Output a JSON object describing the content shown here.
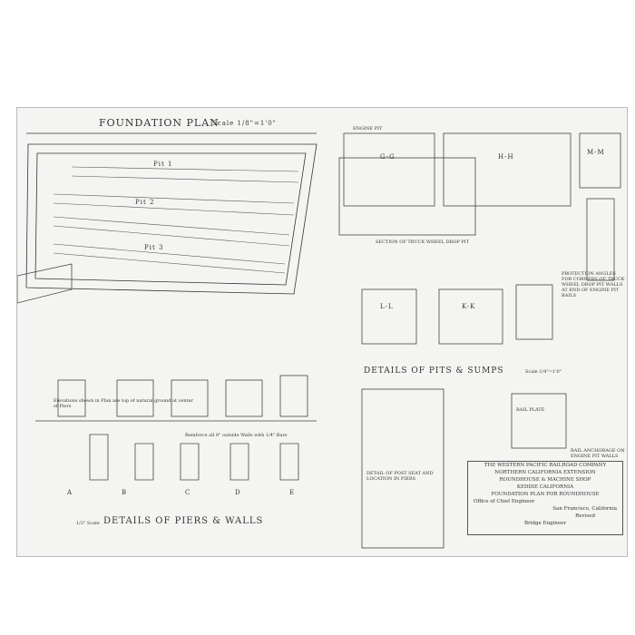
{
  "foundation_plan": {
    "title": "FOUNDATION PLAN",
    "scale": "Scale 1/8\"=1'0\""
  },
  "pits": [
    {
      "label": "Pit 1"
    },
    {
      "label": "Pit 2"
    },
    {
      "label": "Pit 3"
    }
  ],
  "sections": {
    "gg": "G-G",
    "hh": "H-H",
    "mm": "M-M",
    "ll": "L-L",
    "kk": "K-K",
    "engine_pit": "ENGINE PIT"
  },
  "sump_title": "DETAILS OF PITS & SUMPS",
  "sump_scale": "Scale 1/4\"=1'0\"",
  "piers_title": "DETAILS OF PIERS & WALLS",
  "piers_scale": "1/2\" Scale",
  "pier_letters": [
    "A",
    "B",
    "C",
    "D",
    "E"
  ],
  "notes": {
    "elevations": "Elevations shown in Plan are top of natural ground at center of Piers",
    "reinforce": "Reinforce all 8\" outside Walls with 1/4\" Bars",
    "protection": "PROTECTION ANGLES FOR CORNERS OF TRUCK WHEEL DROP PIT WALLS AT END OF ENGINE PIT RAILS",
    "truck_drop": "SECTION OF TRUCK WHEEL DROP PIT",
    "post": "DETAIL OF POST SEAT AND LOCATION IN PIERS",
    "anchorage": "RAIL ANCHORAGE ON ENGINE PIT WALLS",
    "rail_plate": "RAIL PLATE"
  },
  "title_block": {
    "company": "THE WESTERN PACIFIC RAILROAD COMPANY",
    "district": "NORTHERN CALIFORNIA EXTENSION",
    "project": "ROUNDHOUSE & MACHINE SHOP",
    "location": "KEDDIE CALIFORNIA",
    "drawing": "FOUNDATION PLAN FOR ROUNDHOUSE",
    "office": "Office of Chief Engineer",
    "city": "San Francisco, California",
    "revised": "Revised",
    "engineer": "Bridge Engineer"
  }
}
